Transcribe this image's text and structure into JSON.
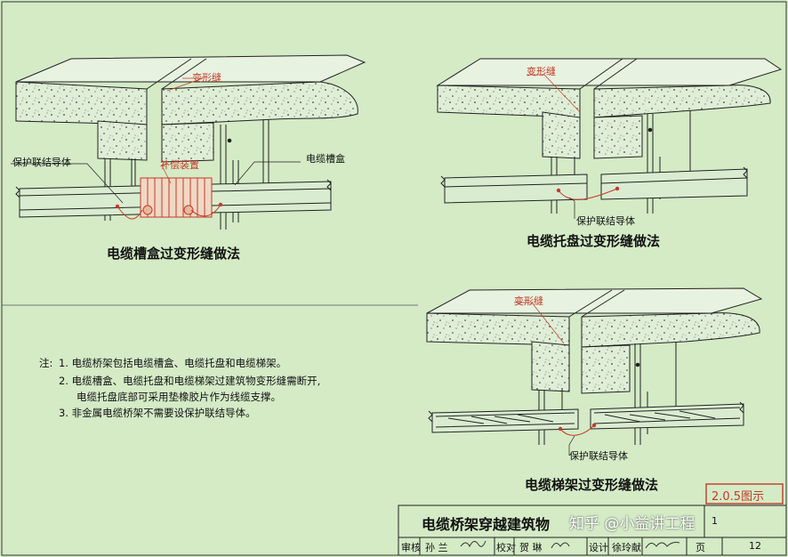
{
  "d1": {
    "joint": "变形缝",
    "bonding": "保护联结导体",
    "compensation": "补偿装置",
    "trunking": "电缆槽盒",
    "caption": "电缆槽盒过变形缝做法"
  },
  "d2": {
    "joint": "变形缝",
    "bonding": "保护联结导体",
    "caption": "电缆托盘过变形缝做法"
  },
  "d3": {
    "joint": "变形缝",
    "bonding": "保护联结导体",
    "caption": "电缆梯架过变形缝做法"
  },
  "notes": {
    "prefix": "注:",
    "items": [
      "1. 电缆桥架包括电缆槽盒、电缆托盘和电缆梯架。",
      "2. 电缆槽盒、电缆托盘和电缆梯架过建筑物变形缝需断开,",
      "电缆托盘底部可采用垫橡胶片作为线缆支撑。",
      "3. 非金属电缆桥架不需要设保护联结导体。"
    ]
  },
  "title_block": {
    "figure_no": "2.0.5图示",
    "title": "电缆桥架穿越建筑物",
    "watermark": "知乎 @小益讲工程",
    "atlas_no": "1",
    "review_label": "审核",
    "reviewer": "孙 兰",
    "check_label": "校对",
    "checker": "贺 琳",
    "design_label": "设计",
    "designer": "徐玲献",
    "page_label": "页",
    "page": "12"
  }
}
